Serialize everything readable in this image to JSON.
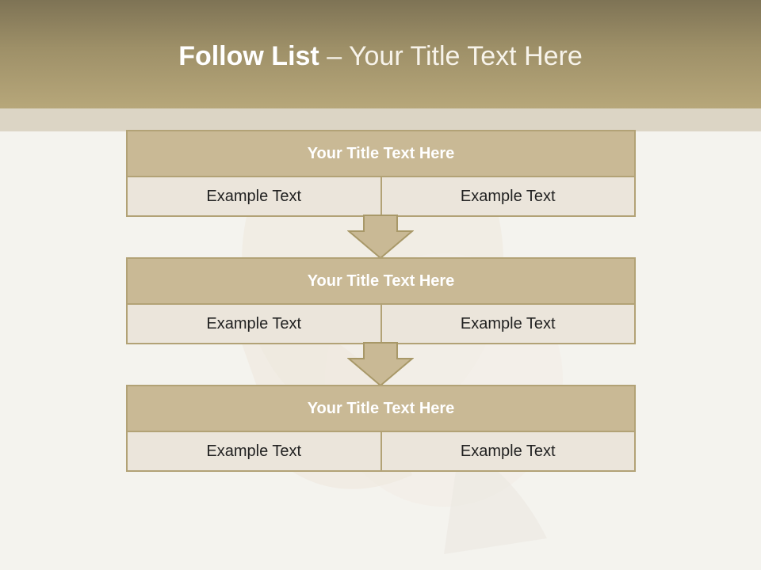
{
  "slide": {
    "title_bold": "Follow List",
    "title_rest": "– Your Title Text Here"
  },
  "steps": [
    {
      "title": "Your Title Text Here",
      "left": "Example Text",
      "right": "Example Text"
    },
    {
      "title": "Your Title Text Here",
      "left": "Example Text",
      "right": "Example Text"
    },
    {
      "title": "Your Title Text Here",
      "left": "Example Text",
      "right": "Example Text"
    }
  ],
  "colors": {
    "header_top": "#7e7355",
    "header_bottom": "#b7a77a",
    "box_header": "#c9b995",
    "box_border": "#b2a276",
    "cell_fill": "#ebe5db",
    "page_background": "#f4f3ee"
  }
}
